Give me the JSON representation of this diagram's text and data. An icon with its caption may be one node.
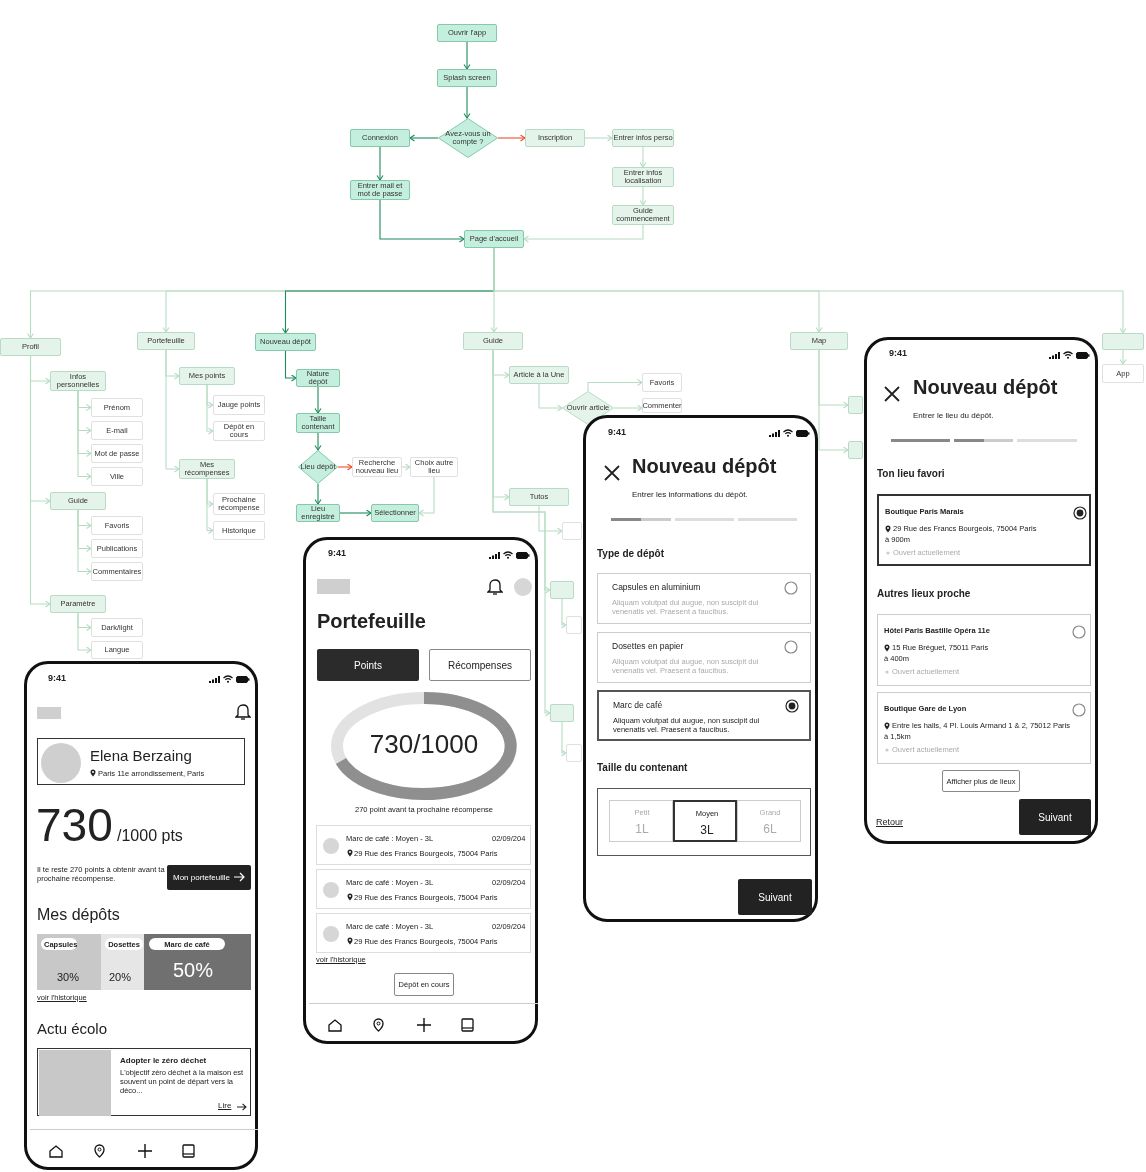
{
  "diagram": {
    "nodes": [
      {
        "text": [
          "Ouvrir l'app"
        ]
      },
      {
        "text": [
          "Splash screen"
        ]
      },
      {
        "text": [
          "Avez-vous un compte ?"
        ]
      },
      {
        "text": [
          "Connexion"
        ]
      },
      {
        "text": [
          "Inscription"
        ]
      },
      {
        "text": [
          "Entrer infos perso"
        ]
      },
      {
        "text": [
          "Entrer infos localisation"
        ]
      },
      {
        "text": [
          "Guide commencement"
        ]
      },
      {
        "text": [
          "Entrer mail et mot de passe"
        ]
      },
      {
        "text": [
          "Page d'accueil"
        ]
      },
      {
        "text": [
          "Profil"
        ]
      },
      {
        "text": [
          "Infos personnelles"
        ]
      },
      {
        "text": [
          "Prénom"
        ]
      },
      {
        "text": [
          "E-mail"
        ]
      },
      {
        "text": [
          "Mot de passe"
        ]
      },
      {
        "text": [
          "Ville"
        ]
      },
      {
        "text": [
          "Guide"
        ]
      },
      {
        "text": [
          "Favoris"
        ]
      },
      {
        "text": [
          "Publications"
        ]
      },
      {
        "text": [
          "Commentaires"
        ]
      },
      {
        "text": [
          "Paramètre"
        ]
      },
      {
        "text": [
          "Dark/light"
        ]
      },
      {
        "text": [
          "Langue"
        ]
      },
      {
        "text": [
          "Portefeuille"
        ]
      },
      {
        "text": [
          "Mes points"
        ]
      },
      {
        "text": [
          "Jauge points"
        ]
      },
      {
        "text": [
          "Dépôt en cours"
        ]
      },
      {
        "text": [
          "Mes récompenses"
        ]
      },
      {
        "text": [
          "Prochaine récompense"
        ]
      },
      {
        "text": [
          "Historique"
        ]
      },
      {
        "text": [
          "Nouveau dépôt"
        ]
      },
      {
        "text": [
          "Nature dépôt"
        ]
      },
      {
        "text": [
          "Taille contenant"
        ]
      },
      {
        "text": [
          "Lieu dépôt"
        ]
      },
      {
        "text": [
          "Recherche nouveau lieu"
        ]
      },
      {
        "text": [
          "Choix autre lieu"
        ]
      },
      {
        "text": [
          "Lieu enregistré"
        ]
      },
      {
        "text": [
          "Sélectionner"
        ]
      },
      {
        "text": [
          "Guide"
        ]
      },
      {
        "text": [
          "Article à la Une"
        ]
      },
      {
        "text": [
          "Ouvrir article"
        ]
      },
      {
        "text": [
          "Favoris"
        ]
      },
      {
        "text": [
          "Commenter"
        ]
      },
      {
        "text": [
          "Tutos"
        ]
      },
      {
        "text": [],
        "shape": "box"
      },
      {
        "text": [],
        "shape": "box"
      },
      {
        "text": [],
        "shape": "box"
      },
      {
        "text": [],
        "shape": "box"
      },
      {
        "text": [],
        "shape": "box"
      },
      {
        "text": [
          "Map"
        ]
      },
      {
        "text": [],
        "shape": "box"
      },
      {
        "text": [],
        "shape": "box"
      },
      {
        "text": [],
        "shape": "box"
      },
      {
        "text": [
          "App"
        ]
      },
      {
        "text": [
          "9:41",
          "730",
          "/1000 pts",
          "Il te reste 270 points à obtenir avant ta prochaine récompense.",
          "Mes dépôts",
          "voir l'historique",
          "Actu écolo"
        ]
      },
      {
        "text": [
          "Elena Berzaing",
          "Paris 11e arrondissement, Paris"
        ],
        "in": 54
      },
      {
        "text": [
          "Mon portefeuille"
        ],
        "in": 54
      },
      {
        "text": [
          "Capsules",
          "30%"
        ],
        "in": 54
      },
      {
        "text": [
          "Dosettes",
          "20%"
        ],
        "in": 54
      },
      {
        "text": [
          "Marc de café",
          "50%"
        ],
        "in": 54
      },
      {
        "text": [
          "Adopter le zéro déchet",
          "L'objectif zéro déchet à la maison est souvent un point de départ vers la déco...",
          "Lire"
        ],
        "in": 54
      },
      {
        "text": [
          "9:41",
          "Portefeuille",
          "730/1000",
          "270 point avant ta prochaine récompense",
          "voir l'historique"
        ]
      },
      {
        "text": [
          "Points"
        ],
        "in": 61
      },
      {
        "text": [
          "Récompenses"
        ],
        "in": 61
      },
      {
        "text": [
          "Marc de café : Moyen - 3L",
          "02/09/204",
          "29 Rue des Francs Bourgeois, 75004 Paris"
        ],
        "in": 61
      },
      {
        "text": [
          "Marc de café : Moyen - 3L",
          "02/09/204",
          "29 Rue des Francs Bourgeois, 75004 Paris"
        ],
        "in": 61
      },
      {
        "text": [
          "Marc de café : Moyen - 3L",
          "02/09/204",
          "29 Rue des Francs Bourgeois, 75004 Paris"
        ],
        "in": 61
      },
      {
        "text": [
          "Dépôt en cours"
        ],
        "in": 61
      },
      {
        "text": [
          "9:41",
          "Nouveau dépôt",
          "Entrer les informations du dépôt.",
          "Type de dépôt",
          "Taille du contenant"
        ]
      },
      {
        "text": [
          "Capsules en aluminium",
          "Aliquam volutpat dui augue, non suscipit dui venenatis vel. Praesent a faucibus."
        ],
        "in": 68
      },
      {
        "text": [
          "Dosettes en papier",
          "Aliquam volutpat dui augue, non suscipit dui venenatis vel. Praesent a faucibus."
        ],
        "in": 68
      },
      {
        "text": [
          "Marc de café",
          "Aliquam volutpat dui augue, non suscipit dui venenatis vel. Praesent a faucibus."
        ],
        "in": 68
      },
      {
        "text": [],
        "shape": "box",
        "in": 68
      },
      {
        "text": [
          "Petit",
          "1L"
        ],
        "in": 72
      },
      {
        "text": [
          "Moyen",
          "3L"
        ],
        "in": 72
      },
      {
        "text": [
          "Grand",
          "6L"
        ],
        "in": 72
      },
      {
        "text": [
          "Suivant"
        ],
        "in": 68
      },
      {
        "text": [
          "9:41",
          "Nouveau dépôt",
          "Entrer le lieu du dépôt.",
          "Ton lieu favori",
          "Autres lieux proche",
          "Retour"
        ]
      },
      {
        "text": [
          "Boutique Paris Marais",
          "29 Rue des Francs Bourgeois, 75004 Paris",
          "à 900m",
          "Ouvert actuellement"
        ],
        "in": 77
      },
      {
        "text": [
          "Hôtel Paris Bastille Opéra 11e",
          "15 Rue Bréguet, 75011 Paris",
          "à 400m",
          "Ouvert actuellement"
        ],
        "in": 77
      },
      {
        "text": [
          "Boutique Gare de Lyon",
          "Entre les halls, 4 Pl. Louis Armand 1 & 2, 75012 Paris",
          "à 1,5km",
          "Ouvert actuellement"
        ],
        "in": 77
      },
      {
        "text": [
          "Afficher plus de lieux"
        ],
        "in": 77
      },
      {
        "text": [
          "Suivant"
        ],
        "in": 77
      }
    ],
    "edges": [
      {
        "from": 0,
        "to": 1,
        "arrow": "to",
        "color": "#1f8a5c"
      },
      {
        "from": 1,
        "to": 2,
        "arrow": "to",
        "color": "#1f8a5c"
      },
      {
        "from": 2,
        "to": 3,
        "arrow": "to",
        "color": "#1f8a5c"
      },
      {
        "from": 2,
        "to": 4,
        "arrow": "to",
        "color": "#f04e2e"
      },
      {
        "from": 4,
        "to": 5,
        "arrow": "to"
      },
      {
        "from": 5,
        "to": 6,
        "arrow": "to"
      },
      {
        "from": 6,
        "to": 7,
        "arrow": "to"
      },
      {
        "from": 7,
        "to": 9,
        "arrow": "to"
      },
      {
        "from": 3,
        "to": 8,
        "arrow": "to",
        "color": "#1f8a5c"
      },
      {
        "from": 8,
        "to": 9,
        "arrow": "to",
        "color": "#1f8a5c"
      },
      {
        "from": 9,
        "to": 10,
        "arrow": "to"
      },
      {
        "from": 9,
        "to": 23,
        "arrow": "to"
      },
      {
        "from": 9,
        "to": 30,
        "arrow": "to",
        "color": "#1f8a5c"
      },
      {
        "from": 9,
        "to": 38,
        "arrow": "to"
      },
      {
        "from": 9,
        "to": 49,
        "arrow": "to"
      },
      {
        "from": 9,
        "to": 52,
        "arrow": "to"
      },
      {
        "from": 10,
        "to": 11,
        "arrow": "to"
      },
      {
        "from": 10,
        "to": 16,
        "arrow": "to"
      },
      {
        "from": 10,
        "to": 20,
        "arrow": "to"
      },
      {
        "from": 11,
        "to": 12,
        "arrow": "to"
      },
      {
        "from": 11,
        "to": 13,
        "arrow": "to"
      },
      {
        "from": 11,
        "to": 14,
        "arrow": "to"
      },
      {
        "from": 11,
        "to": 15,
        "arrow": "to"
      },
      {
        "from": 16,
        "to": 17,
        "arrow": "to"
      },
      {
        "from": 16,
        "to": 18,
        "arrow": "to"
      },
      {
        "from": 16,
        "to": 19,
        "arrow": "to"
      },
      {
        "from": 20,
        "to": 21,
        "arrow": "to"
      },
      {
        "from": 20,
        "to": 22,
        "arrow": "to"
      },
      {
        "from": 23,
        "to": 24,
        "arrow": "to"
      },
      {
        "from": 23,
        "to": 27,
        "arrow": "to"
      },
      {
        "from": 24,
        "to": 25,
        "arrow": "to"
      },
      {
        "from": 24,
        "to": 26,
        "arrow": "to"
      },
      {
        "from": 27,
        "to": 28,
        "arrow": "to"
      },
      {
        "from": 27,
        "to": 29,
        "arrow": "to"
      },
      {
        "from": 30,
        "to": 31,
        "arrow": "to",
        "color": "#1f8a5c"
      },
      {
        "from": 31,
        "to": 32,
        "arrow": "to",
        "color": "#1f8a5c"
      },
      {
        "from": 32,
        "to": 33,
        "arrow": "to",
        "color": "#1f8a5c"
      },
      {
        "from": 33,
        "to": 34,
        "arrow": "to",
        "color": "#f04e2e"
      },
      {
        "from": 33,
        "to": 36,
        "arrow": "to",
        "color": "#1f8a5c"
      },
      {
        "from": 34,
        "to": 35,
        "arrow": "to"
      },
      {
        "from": 35,
        "to": 37,
        "arrow": "to"
      },
      {
        "from": 36,
        "to": 37,
        "arrow": "to",
        "color": "#1f8a5c"
      },
      {
        "from": 38,
        "to": 39,
        "arrow": "to"
      },
      {
        "from": 38,
        "to": 43,
        "arrow": "to"
      },
      {
        "from": 38,
        "to": 45,
        "arrow": "to"
      },
      {
        "from": 38,
        "to": 47,
        "arrow": "to"
      },
      {
        "from": 39,
        "to": 40,
        "arrow": "to"
      },
      {
        "from": 40,
        "to": 41,
        "arrow": "to"
      },
      {
        "from": 40,
        "to": 42,
        "arrow": "to"
      },
      {
        "from": 43,
        "to": 44,
        "arrow": "to"
      },
      {
        "from": 45,
        "to": 46,
        "arrow": "to"
      },
      {
        "from": 47,
        "to": 48,
        "arrow": "to"
      },
      {
        "from": 49,
        "to": 50,
        "arrow": "to"
      },
      {
        "from": 49,
        "to": 51,
        "arrow": "to"
      },
      {
        "from": 52,
        "to": 53,
        "arrow": "to"
      }
    ]
  }
}
